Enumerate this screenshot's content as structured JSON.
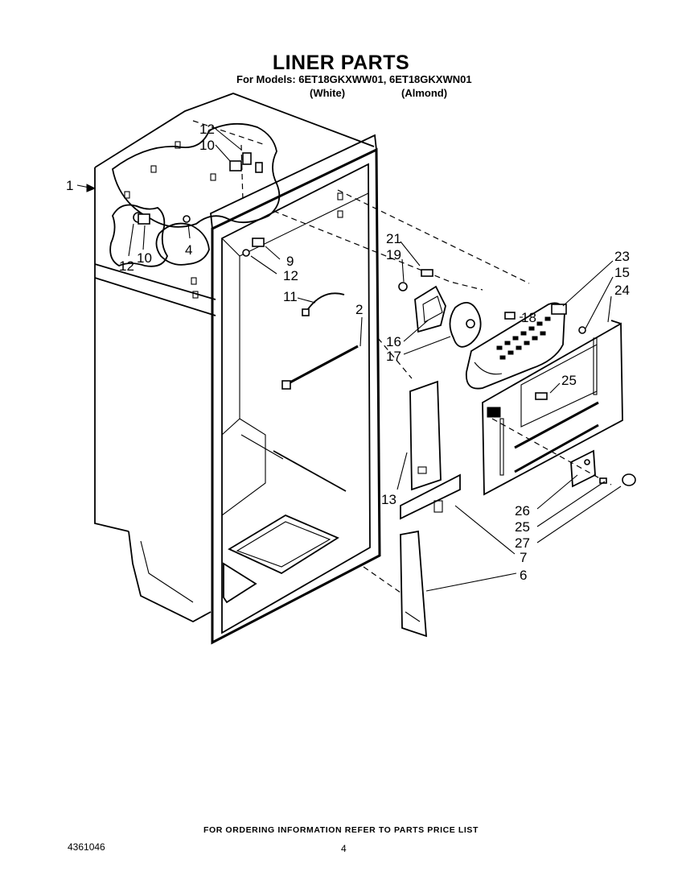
{
  "header": {
    "title": "LINER PARTS",
    "models_line": "For Models: 6ET18GKXWW01, 6ET18GKXWN01",
    "variant_white": "(White)",
    "variant_almond": "(Almond)"
  },
  "callouts": {
    "c1": "1",
    "c2": "2",
    "c4": "4",
    "c6": "6",
    "c7": "7",
    "c9": "9",
    "c10a": "10",
    "c10b": "10",
    "c11": "11",
    "c12a": "12",
    "c12b": "12",
    "c12c": "12",
    "c13": "13",
    "c15": "15",
    "c16": "16",
    "c17": "17",
    "c18": "18",
    "c19": "19",
    "c21": "21",
    "c23": "23",
    "c24": "24",
    "c25a": "25",
    "c25b": "25",
    "c26": "26",
    "c27": "27"
  },
  "footer": {
    "note": "FOR ORDERING INFORMATION REFER TO PARTS PRICE LIST",
    "doc_number": "4361046",
    "page_number": "4"
  }
}
